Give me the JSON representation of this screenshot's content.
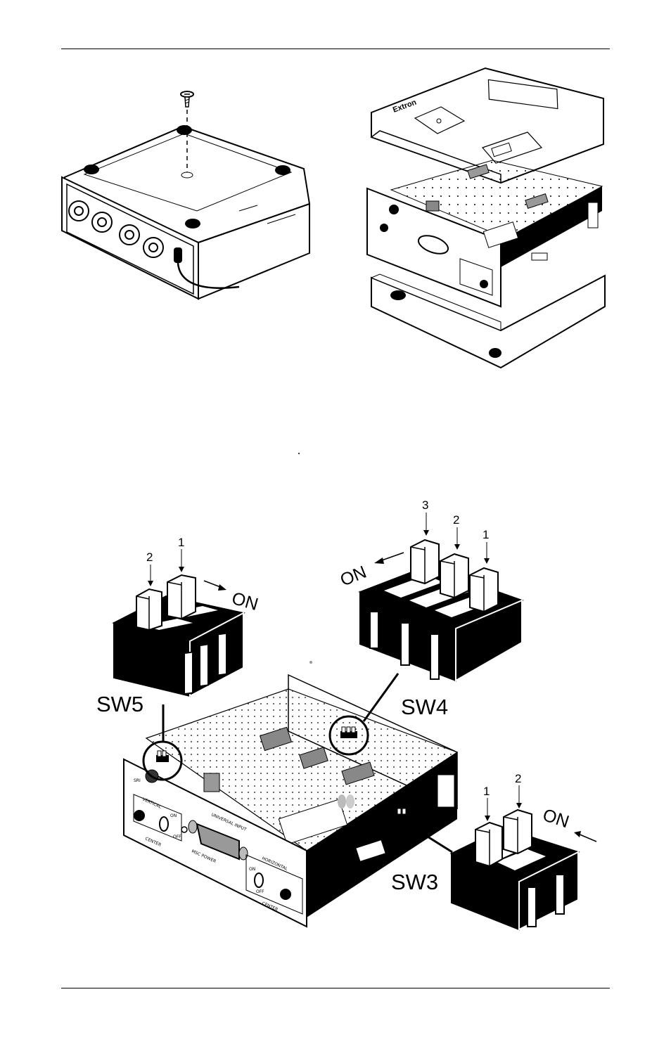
{
  "brand": {
    "logo": "Extron"
  },
  "panel_labels": {
    "vertical": "VERTICAL",
    "center_left": "CENTER",
    "on_left": "ON",
    "off_left": "OFF",
    "universal_input": "UNIVERSAL INPUT",
    "msc_power": "MSC POWER",
    "horizontal": "HORIZONTAL",
    "on_right": "ON",
    "off_right": "OFF",
    "center_right": "CENTER",
    "sri": "SRI"
  },
  "switches": {
    "sw5": {
      "label": "SW5",
      "positions": [
        "2",
        "1"
      ],
      "on_label": "ON"
    },
    "sw4": {
      "label": "SW4",
      "positions": [
        "3",
        "2",
        "1"
      ],
      "on_label": "ON"
    },
    "sw3": {
      "label": "SW3",
      "positions": [
        "1",
        "2"
      ],
      "on_label": "ON"
    }
  }
}
